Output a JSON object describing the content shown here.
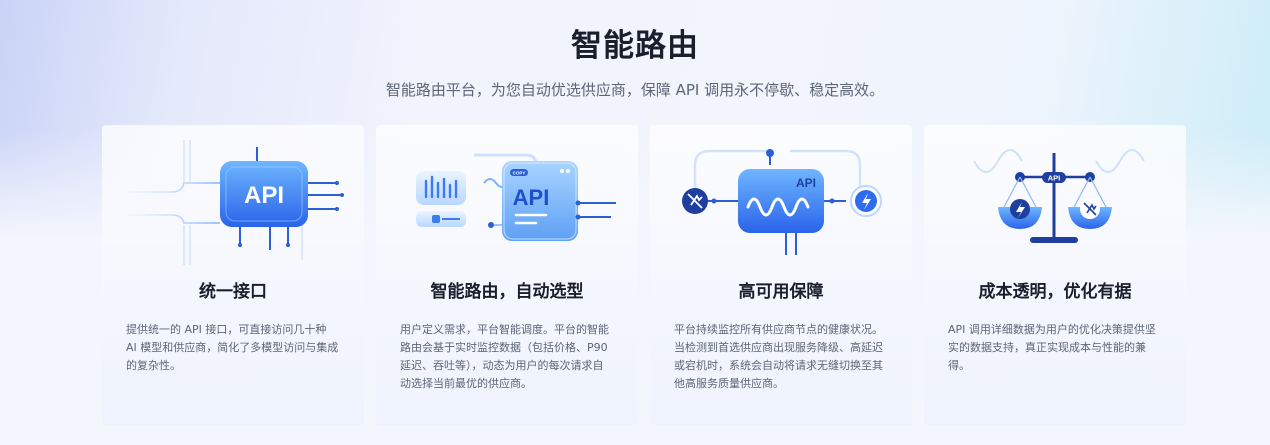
{
  "hero": {
    "title": "智能路由",
    "subtitle": "智能路由平台，为您自动优选供应商，保障 API 调用永不停歇、稳定高效。"
  },
  "cards": [
    {
      "title": "统一接口",
      "description": "提供统一的 API 接口，可直接访问几十种 AI 模型和供应商，简化了多模型访问与集成的复杂性。",
      "illustration_label": "API"
    },
    {
      "title": "智能路由，自动选型",
      "description": "用户定义需求，平台智能调度。平台的智能路由会基于实时监控数据（包括价格、P90延迟、吞吐等），动态为用户的每次请求自动选择当前最优的供应商。",
      "illustration_label": "API",
      "badge_label": "COPY"
    },
    {
      "title": "高可用保障",
      "description": "平台持续监控所有供应商节点的健康状况。当检测到首选供应商出现服务降级、高延迟或宕机时，系统会自动将请求无缝切换至其他高服务质量供应商。",
      "illustration_label": "API"
    },
    {
      "title": "成本透明，优化有据",
      "description": "API 调用详细数据为用户的优化决策提供坚实的数据支持，真正实现成本与性能的兼得。",
      "illustration_label": "API"
    }
  ],
  "colors": {
    "accent": "#2f6bef",
    "title": "#1a1f2e",
    "text": "#5d6577"
  }
}
